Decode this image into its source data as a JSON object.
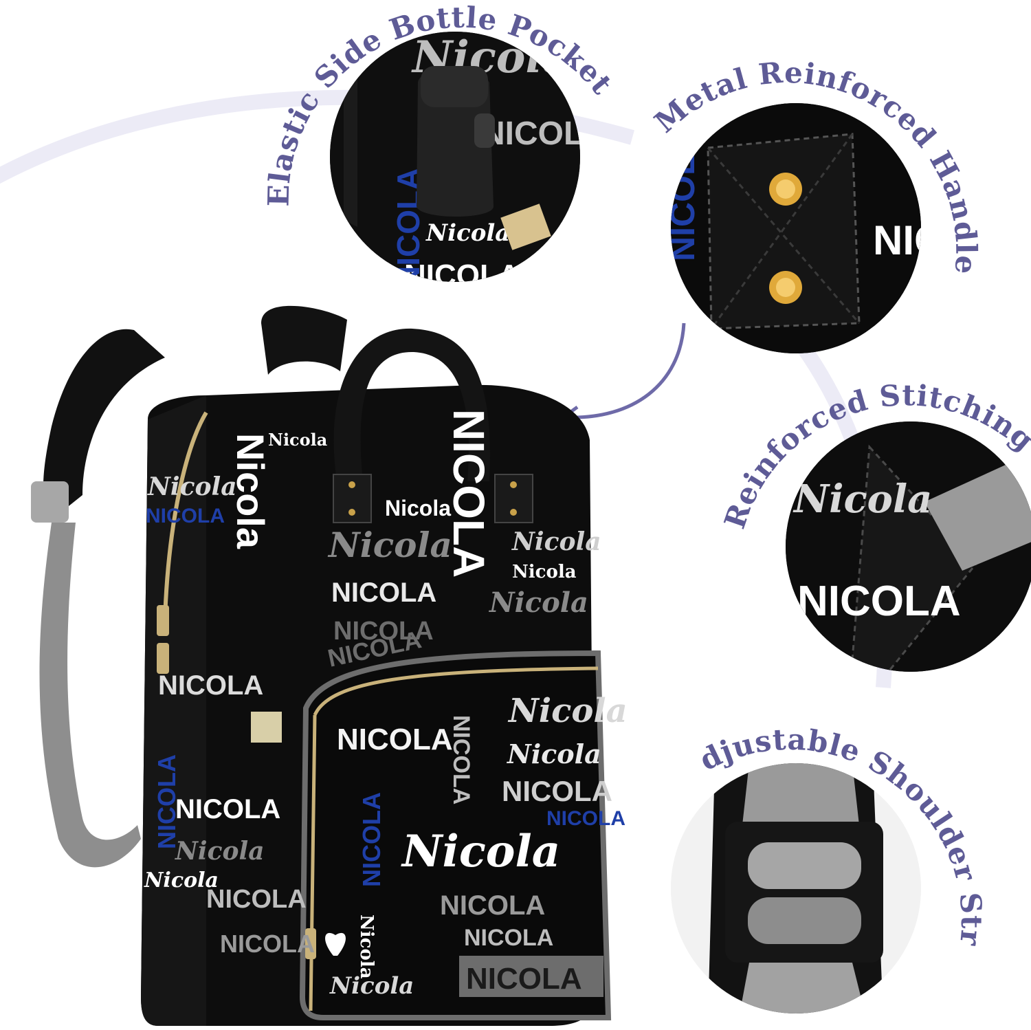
{
  "product": {
    "name_text": "Nicola",
    "name_text_upper": "NICOLA",
    "pattern_colors": {
      "black": "#0b0b0b",
      "blue": "#1f3fa8",
      "gray": "#8a8a8a",
      "white": "#f4f4f4"
    }
  },
  "callouts": [
    {
      "id": "bottle-pocket",
      "label": "Elastic Side Bottle Pocket"
    },
    {
      "id": "handle",
      "label": "Metal Reinforced Handle"
    },
    {
      "id": "stitching",
      "label": "Reinforced Stitching"
    },
    {
      "id": "strap",
      "label": "Adjustable Shoulder Strap"
    }
  ],
  "colors": {
    "accent": "#5e5b96",
    "arc": "#e9e8f5",
    "zipper": "#c9b27a",
    "trim": "#6d6d6d"
  }
}
